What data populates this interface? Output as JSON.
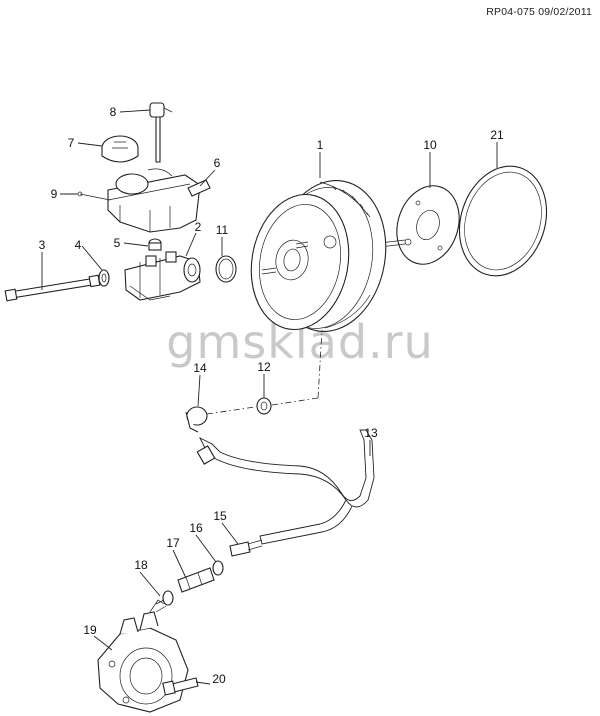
{
  "reference": "RP04-075 09/02/2011",
  "watermark": "gmsklad.ru",
  "callouts": [
    "1",
    "2",
    "3",
    "4",
    "5",
    "6",
    "7",
    "8",
    "9",
    "10",
    "11",
    "12",
    "13",
    "14",
    "15",
    "16",
    "17",
    "18",
    "19",
    "20",
    "21"
  ]
}
